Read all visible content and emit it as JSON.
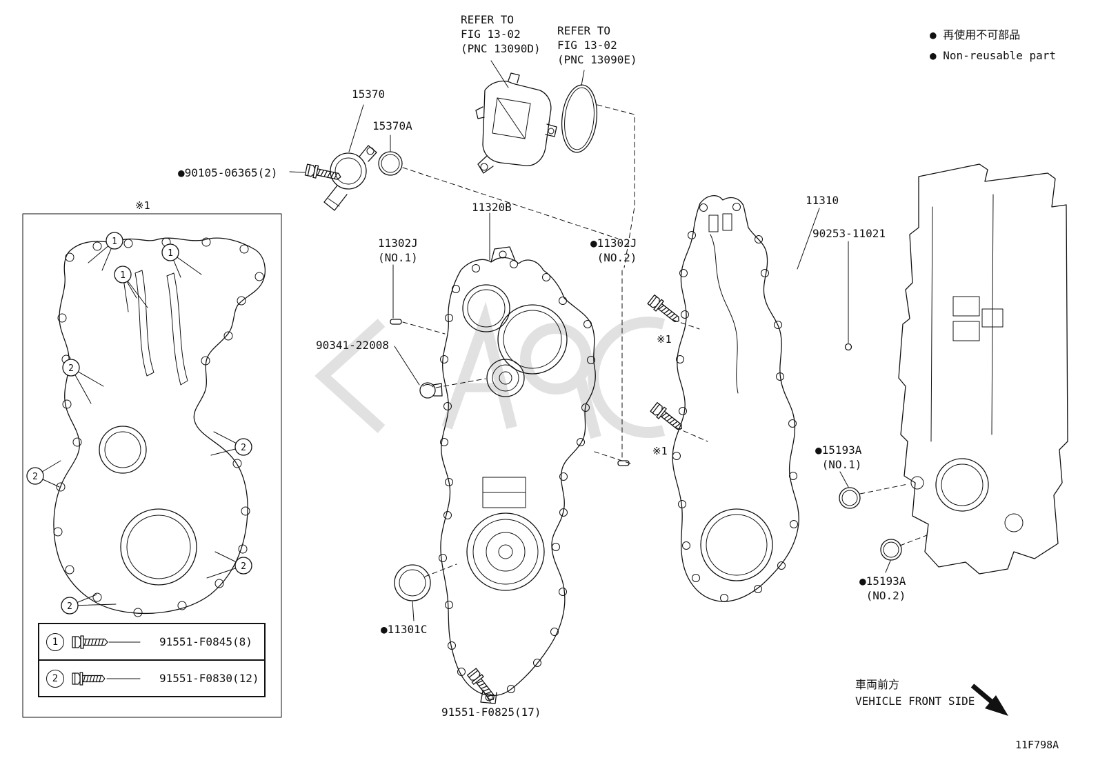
{
  "meta": {
    "figure_code": "11F798A"
  },
  "callouts": {
    "one": "1",
    "two": "2"
  },
  "notes": {
    "refer_d": "REFER TO\nFIG 13-02\n(PNC 13090D)",
    "refer_e": "REFER TO\nFIG 13-02\n(PNC 13090E)",
    "non_reusable_jp": "● 再使用不可部品",
    "non_reusable_en": "● Non-reusable part",
    "asterisk1": "※1",
    "vehicle_front_jp": "車両前方",
    "vehicle_front_en": "VEHICLE FRONT SIDE"
  },
  "parts": {
    "p15370": "15370",
    "p15370a": "15370A",
    "p90105": "●90105-06365(2)",
    "p11320b": "11320B",
    "p11302j_no1": "11302J\n(NO.1)",
    "p11302j_no2": "●11302J\n (NO.2)",
    "p11310": "11310",
    "p90253": "90253-11021",
    "p90341": "90341-22008",
    "p15193a_no1": "●15193A\n (NO.1)",
    "p15193a_no2": "●15193A\n (NO.2)",
    "p11301c": "●11301C",
    "p91551_f0825": "91551-F0825(17)"
  },
  "legend": {
    "rows": [
      {
        "num": "1",
        "part": "91551-F0845(8)"
      },
      {
        "num": "2",
        "part": "91551-F0830(12)"
      }
    ]
  }
}
